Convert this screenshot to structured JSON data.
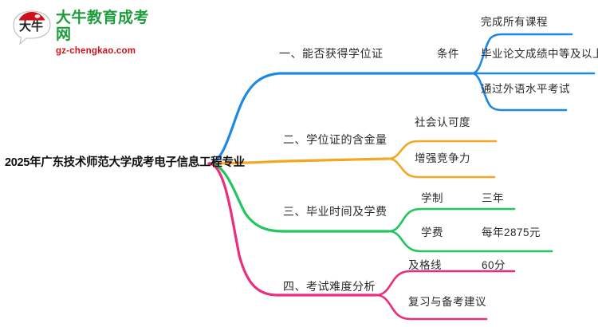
{
  "logo": {
    "mark_text": "大牛",
    "brand_cn": "大牛教育成考网",
    "brand_url": "gz-chengkao.com",
    "brand_green": "#1f9d3c",
    "brand_red": "#d0111b"
  },
  "mindmap": {
    "root": {
      "label": "2025年广东技术师范大学成考电子信息工程专业"
    },
    "branches": [
      {
        "label": "一、能否获得学位证",
        "color": "#1e88e5",
        "children": [
          {
            "label": "条件",
            "children": [
              {
                "label": "完成所有课程",
                "value": ""
              },
              {
                "label": "毕业论文成绩中等及以上",
                "value": ""
              },
              {
                "label": "通过外语水平考试",
                "value": ""
              }
            ]
          }
        ]
      },
      {
        "label": "二、学位证的含金量",
        "color": "#f5a623",
        "children": [
          {
            "label": "社会认可度",
            "value": ""
          },
          {
            "label": "增强竞争力",
            "value": ""
          }
        ]
      },
      {
        "label": "三、毕业时间及学费",
        "color": "#22c55e",
        "children": [
          {
            "label": "学制",
            "value": "三年"
          },
          {
            "label": "学费",
            "value": "每年2875元"
          }
        ]
      },
      {
        "label": "四、考试难度分析",
        "color": "#ec2d7e",
        "children": [
          {
            "label": "及格线",
            "value": "60分"
          },
          {
            "label": "复习与备考建议",
            "value": ""
          }
        ]
      }
    ]
  }
}
